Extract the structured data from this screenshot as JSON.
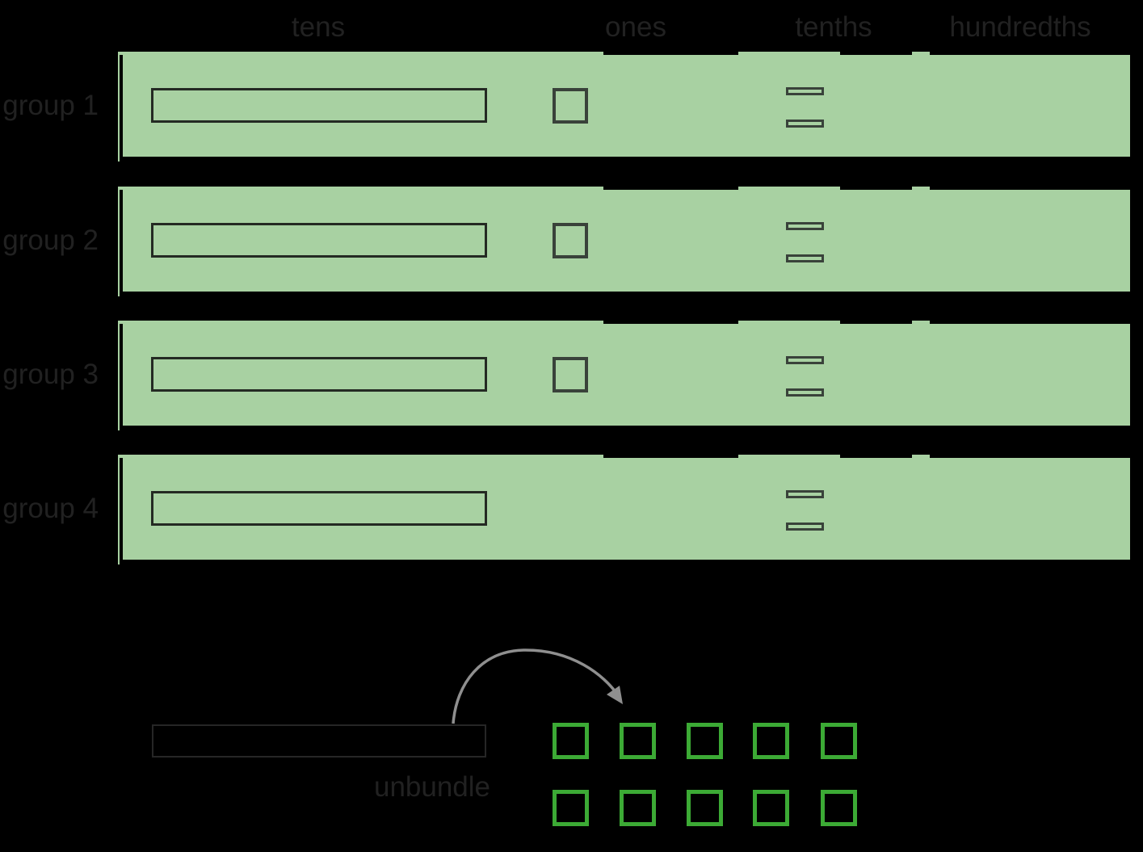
{
  "columns": {
    "headers": [
      "tens",
      "ones",
      "tenths",
      "hundredths"
    ]
  },
  "groups": [
    {
      "label": "group 1",
      "tens": 1,
      "ones": 1,
      "tenths": 2,
      "hundredths": 0
    },
    {
      "label": "group 2",
      "tens": 1,
      "ones": 1,
      "tenths": 2,
      "hundredths": 0
    },
    {
      "label": "group 3",
      "tens": 1,
      "ones": 1,
      "tenths": 2,
      "hundredths": 0
    },
    {
      "label": "group 4",
      "tens": 1,
      "ones": 0,
      "tenths": 2,
      "hundredths": 0
    }
  ],
  "unbundle": {
    "label": "unbundle",
    "rows": 2,
    "cols": 5,
    "total_squares": 10
  },
  "colors": {
    "background": "#000000",
    "band_green": "#a8d1a2",
    "piece_stroke": "#39423a",
    "band_rod_stroke": "#242a23",
    "bottom_rod_stroke": "#262626",
    "unit_square_green": "#3caa35",
    "arrow_gray": "#8f8f8f",
    "text": "#212121"
  }
}
